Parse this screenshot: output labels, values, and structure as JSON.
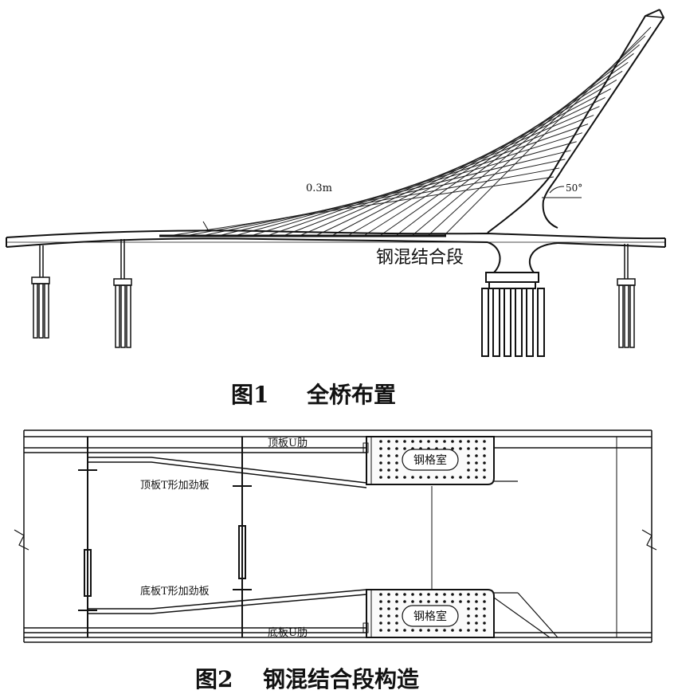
{
  "figure1": {
    "caption_num": "图1",
    "caption_text": "全桥布置",
    "label_composite": "钢混结合段",
    "label_spacing": "0.3m",
    "label_angle": "50°"
  },
  "figure2": {
    "caption_num": "图2",
    "caption_text": "钢混结合段构造",
    "label_top_rib": "顶板U肋",
    "label_top_stiffener": "顶板T形加劲板",
    "label_bottom_stiffener": "底板T形加劲板",
    "label_bottom_rib": "底板U肋",
    "label_cell_top": "钢格室",
    "label_cell_bottom": "钢格室"
  }
}
